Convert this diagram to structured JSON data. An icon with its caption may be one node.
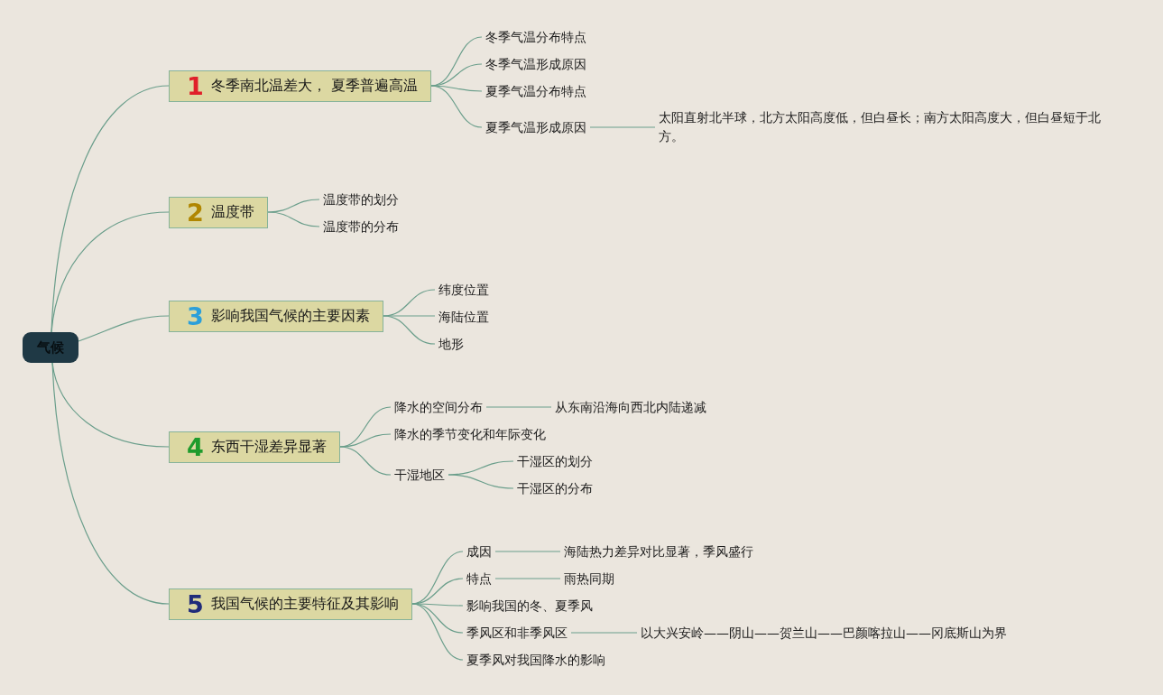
{
  "diagram": {
    "nodes": [
      {
        "text": [
          "气候"
        ]
      },
      {
        "text": [
          "1",
          "冬季南北温差大， 夏季普遍高温"
        ]
      },
      {
        "text": [
          "冬季气温分布特点"
        ]
      },
      {
        "text": [
          "冬季气温形成原因"
        ]
      },
      {
        "text": [
          "夏季气温分布特点"
        ]
      },
      {
        "text": [
          "夏季气温形成原因"
        ]
      },
      {
        "text": [
          "太阳直射北半球，北方太阳高度低，但白昼长；南方太阳高度大，但白昼短于北方。"
        ]
      },
      {
        "text": [
          "2",
          "温度带"
        ]
      },
      {
        "text": [
          "温度带的划分"
        ]
      },
      {
        "text": [
          "温度带的分布"
        ]
      },
      {
        "text": [
          "3",
          "影响我国气候的主要因素"
        ]
      },
      {
        "text": [
          "纬度位置"
        ]
      },
      {
        "text": [
          "海陆位置"
        ]
      },
      {
        "text": [
          "地形"
        ]
      },
      {
        "text": [
          "4",
          "东西干湿差异显著"
        ]
      },
      {
        "text": [
          "降水的空间分布"
        ]
      },
      {
        "text": [
          "从东南沿海向西北内陆递减"
        ]
      },
      {
        "text": [
          "降水的季节变化和年际变化"
        ]
      },
      {
        "text": [
          "干湿地区"
        ]
      },
      {
        "text": [
          "干湿区的划分"
        ]
      },
      {
        "text": [
          "干湿区的分布"
        ]
      },
      {
        "text": [
          "5",
          "我国气候的主要特征及其影响"
        ]
      },
      {
        "text": [
          "成因"
        ]
      },
      {
        "text": [
          "海陆热力差异对比显著，季风盛行"
        ]
      },
      {
        "text": [
          "特点"
        ]
      },
      {
        "text": [
          "雨热同期"
        ]
      },
      {
        "text": [
          "影响我国的冬、夏季风"
        ]
      },
      {
        "text": [
          "季风区和非季风区"
        ]
      },
      {
        "text": [
          "以大兴安岭——阴山——贺兰山——巴颜喀拉山——冈底斯山为界"
        ]
      },
      {
        "text": [
          "夏季风对我国降水的影响"
        ]
      }
    ],
    "edges": [
      {
        "from": 0,
        "to": 1,
        "arrow": "none"
      },
      {
        "from": 1,
        "to": 2,
        "arrow": "none"
      },
      {
        "from": 1,
        "to": 3,
        "arrow": "none"
      },
      {
        "from": 1,
        "to": 4,
        "arrow": "none"
      },
      {
        "from": 1,
        "to": 5,
        "arrow": "none"
      },
      {
        "from": 5,
        "to": 6,
        "arrow": "none"
      },
      {
        "from": 0,
        "to": 7,
        "arrow": "none"
      },
      {
        "from": 7,
        "to": 8,
        "arrow": "none"
      },
      {
        "from": 7,
        "to": 9,
        "arrow": "none"
      },
      {
        "from": 0,
        "to": 10,
        "arrow": "none"
      },
      {
        "from": 10,
        "to": 11,
        "arrow": "none"
      },
      {
        "from": 10,
        "to": 12,
        "arrow": "none"
      },
      {
        "from": 10,
        "to": 13,
        "arrow": "none"
      },
      {
        "from": 0,
        "to": 14,
        "arrow": "none"
      },
      {
        "from": 14,
        "to": 15,
        "arrow": "none"
      },
      {
        "from": 15,
        "to": 16,
        "arrow": "none"
      },
      {
        "from": 14,
        "to": 17,
        "arrow": "none"
      },
      {
        "from": 14,
        "to": 18,
        "arrow": "none"
      },
      {
        "from": 18,
        "to": 19,
        "arrow": "none"
      },
      {
        "from": 18,
        "to": 20,
        "arrow": "none"
      },
      {
        "from": 0,
        "to": 21,
        "arrow": "none"
      },
      {
        "from": 21,
        "to": 22,
        "arrow": "none"
      },
      {
        "from": 22,
        "to": 23,
        "arrow": "none"
      },
      {
        "from": 21,
        "to": 24,
        "arrow": "none"
      },
      {
        "from": 24,
        "to": 25,
        "arrow": "none"
      },
      {
        "from": 21,
        "to": 26,
        "arrow": "none"
      },
      {
        "from": 21,
        "to": 27,
        "arrow": "none"
      },
      {
        "from": 27,
        "to": 28,
        "arrow": "none"
      },
      {
        "from": 21,
        "to": 29,
        "arrow": "none"
      }
    ]
  }
}
